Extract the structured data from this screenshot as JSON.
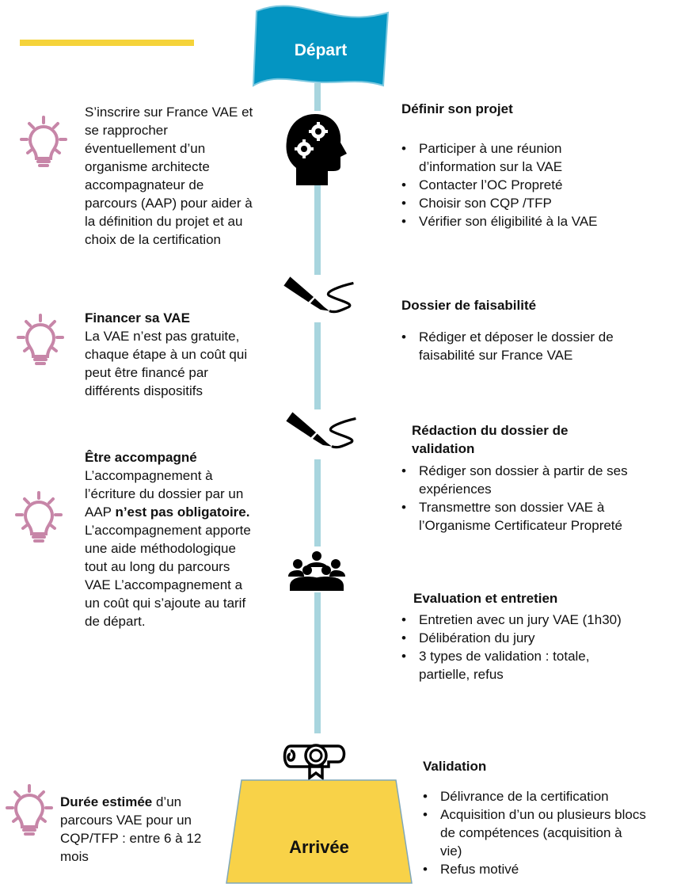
{
  "colors": {
    "flag": "#0495c2",
    "arrival": "#f8d248",
    "timeline": "#a8d5de",
    "bulb": "#c786a8",
    "accent_bar": "#f5d33a"
  },
  "start_label": "Départ",
  "end_label": "Arrivée",
  "left_notes": [
    {
      "icon": "lightbulb-icon",
      "title": "",
      "text": "S’inscrire sur France VAE et se rapprocher éventuellement d’un organisme architecte accompagnateur de parcours (AAP) pour aider à la définition du projet et au choix de la certification"
    },
    {
      "icon": "lightbulb-icon",
      "title": "Financer sa VAE",
      "text": "La VAE n’est pas gratuite, chaque étape à un coût qui peut être financé par différents dispositifs"
    },
    {
      "icon": "lightbulb-icon",
      "title": "Être accompagné",
      "text_a": "L’accompagnement à l’écriture du dossier par un AAP ",
      "text_bold": "n’est pas obligatoire.",
      "text_b": "L’accompagnement apporte une aide méthodologique tout au long du parcours VAE L’accompagnement a un coût qui s’ajoute au tarif de départ."
    },
    {
      "icon": "lightbulb-icon",
      "title": "Durée estimée",
      "text": " d’un parcours VAE pour un CQP/TFP : entre 6 à 12 mois"
    }
  ],
  "steps": [
    {
      "icon": "head-gears-icon",
      "title": "Définir son projet",
      "bullets": [
        "Participer à une réunion d’information sur la VAE",
        "Contacter l’OC Propreté",
        "Choisir son CQP /TFP",
        "Vérifier son éligibilité à la VAE"
      ]
    },
    {
      "icon": "pen-signature-icon",
      "title": "Dossier de faisabilité",
      "bullets": [
        "Rédiger et déposer le dossier de faisabilité sur France VAE"
      ]
    },
    {
      "icon": "pen-signature-icon",
      "title": "Rédaction du dossier de validation",
      "bullets": [
        "Rédiger son dossier à partir de ses expériences",
        "Transmettre son dossier VAE à l’Organisme Certificateur Propreté"
      ]
    },
    {
      "icon": "group-icon",
      "title": "Evaluation et entretien",
      "bullets": [
        "Entretien avec un jury VAE (1h30)",
        "Délibération du jury",
        "3 types de validation : totale, partielle, refus"
      ]
    },
    {
      "icon": "diploma-icon",
      "title": "Validation",
      "bullets": [
        "Délivrance de la certification",
        "Acquisition d’un ou plusieurs blocs de compétences (acquisition à vie)",
        "Refus motivé"
      ]
    }
  ]
}
